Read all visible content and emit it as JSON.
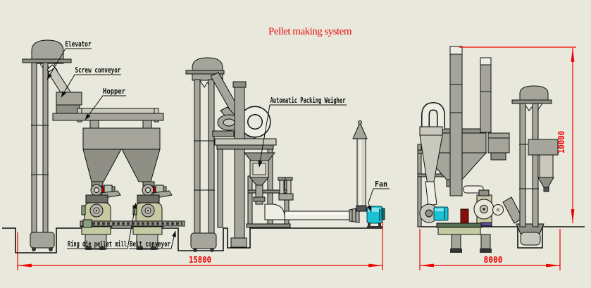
{
  "title": {
    "text": "Pellet making system"
  },
  "labels": {
    "elevator": "Elevator",
    "screw_conveyor": "Screw conveyor",
    "hopper": "Hopper",
    "packing_weigher": "Automatic Packing Weigher",
    "fan": "Fan",
    "ring_die_pellet_mill": "Ring die pellet mill",
    "belt_conveyor": "Belt conveyor"
  },
  "dimensions": {
    "front_total_width": "15800",
    "side_total_width": "8000",
    "total_height": "10000"
  },
  "colors": {
    "background": "#e9e8dc",
    "title_red": "#e80f0f",
    "dimension_red": "#ee0000",
    "machine_gray": "#a5a59b",
    "machine_gray_dark": "#8f8f85",
    "machine_light_gray": "#c9c8bc",
    "pipe_white": "#efeee4",
    "mill_khaki": "#c8c8a2",
    "base_green_light": "#c2cba2",
    "base_green_dark": "#55704f",
    "fan_cyan": "#19c2d4",
    "accent_red": "#b00000",
    "accent_dark_red": "#8e0b0b",
    "accent_purple": "#5b4a9e",
    "outline_black": "#111111"
  }
}
